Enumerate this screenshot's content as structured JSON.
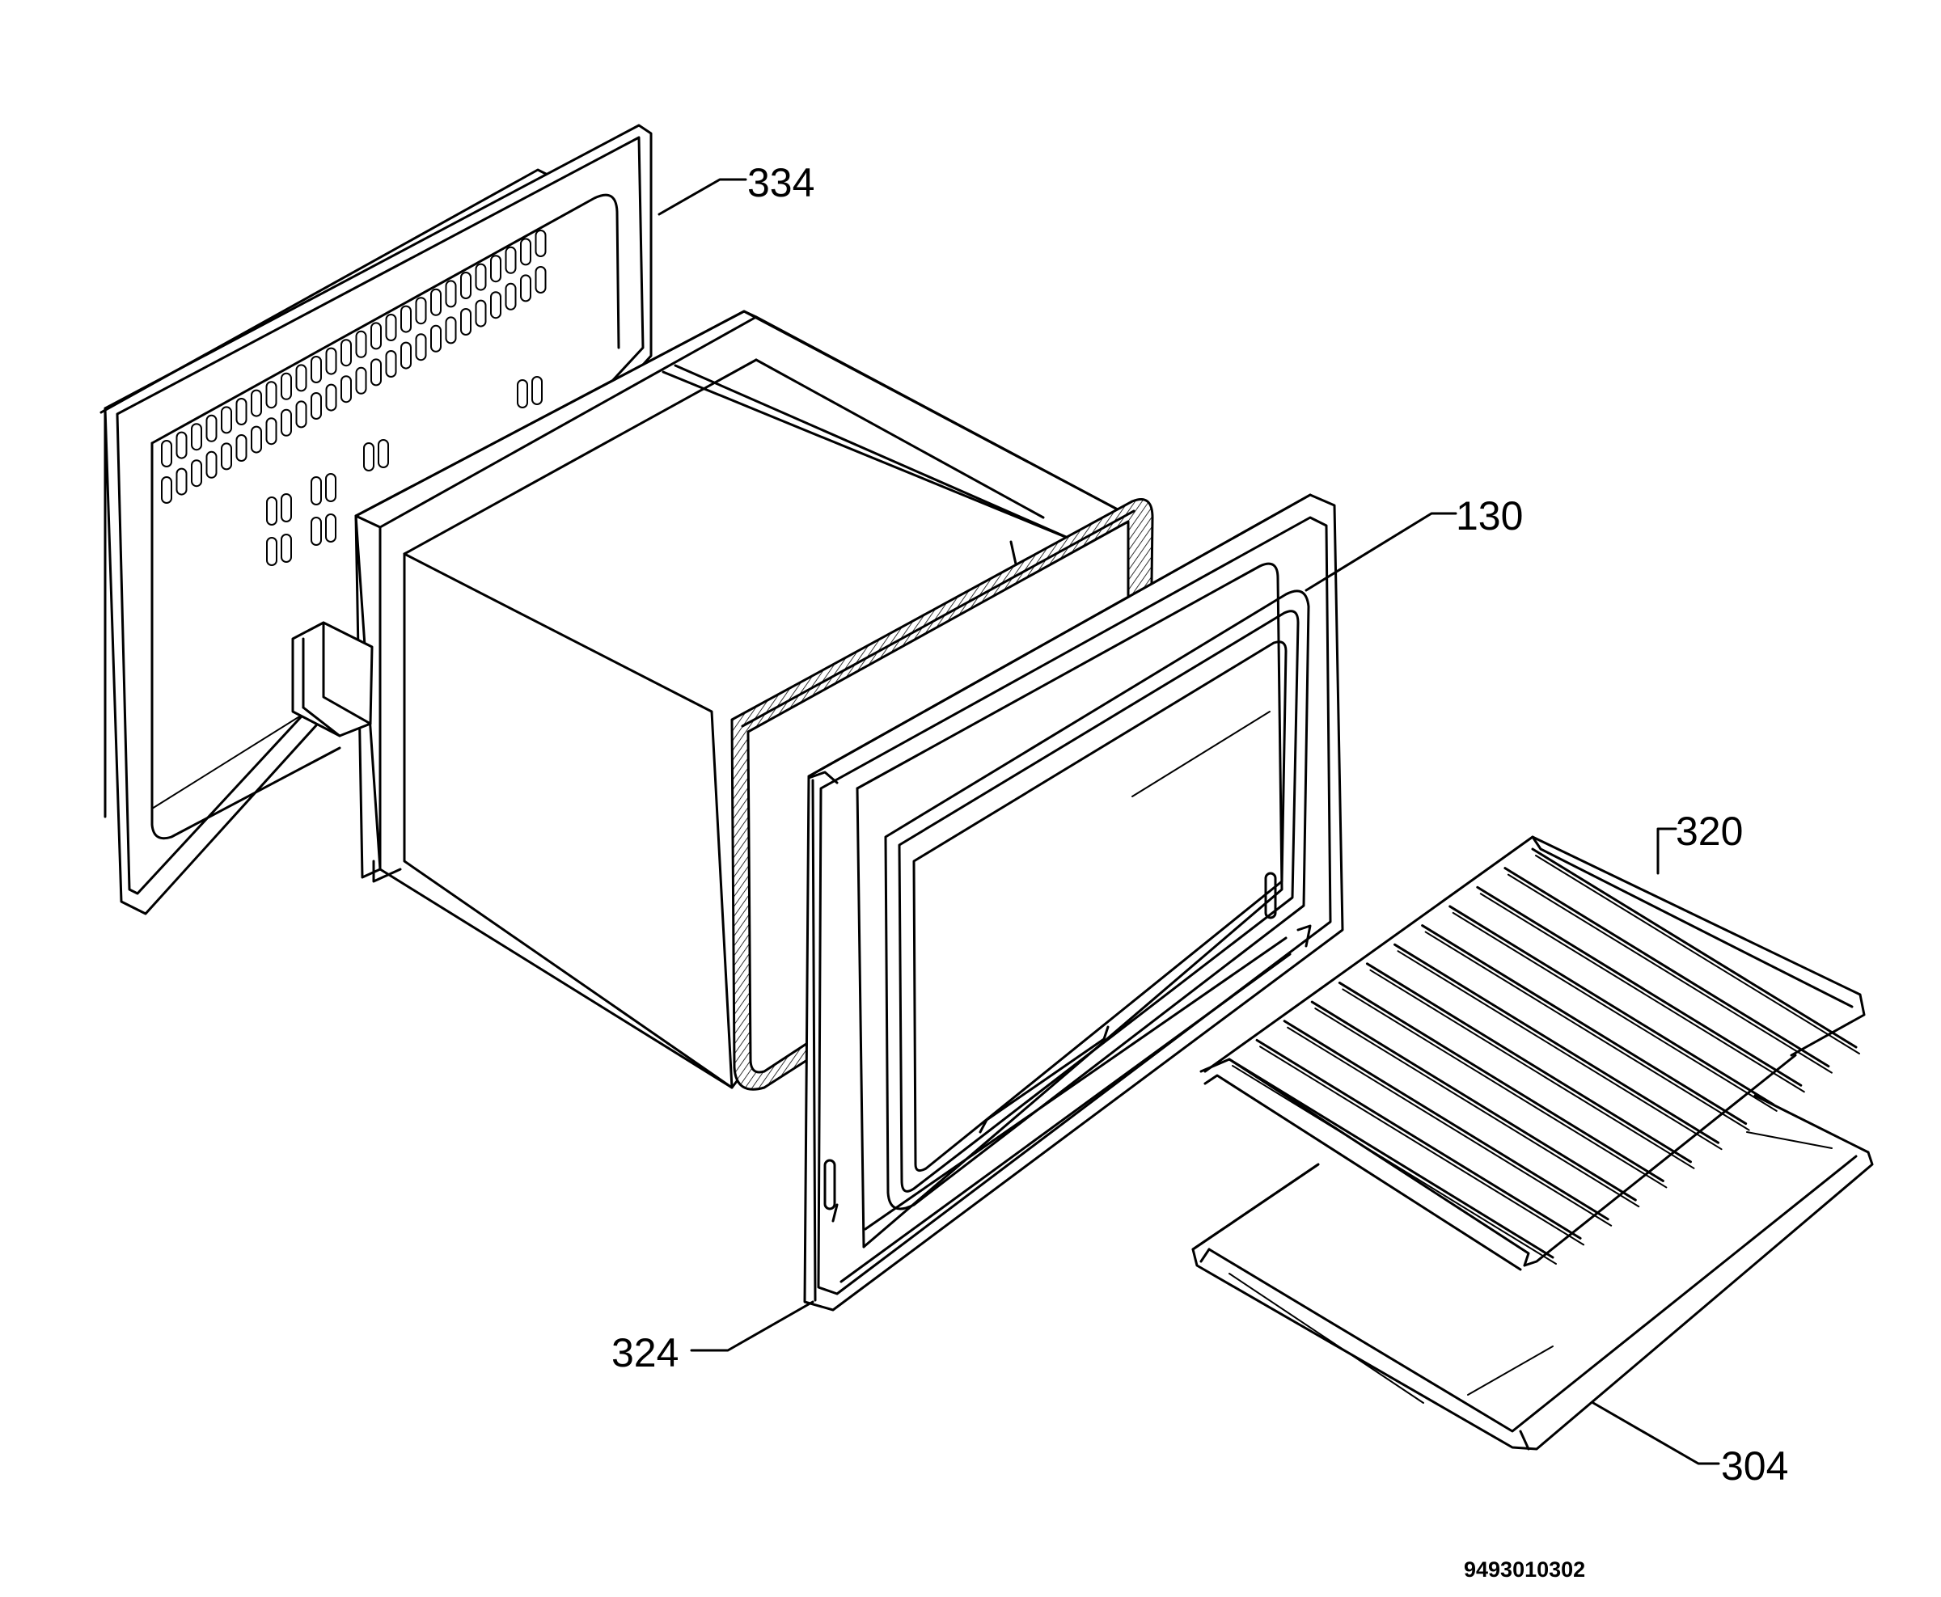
{
  "diagram": {
    "labels": [
      {
        "id": "334",
        "text": "334",
        "part": "rear-panel"
      },
      {
        "id": "130",
        "text": "130",
        "part": "door-gasket"
      },
      {
        "id": "320",
        "text": "320",
        "part": "wire-shelf"
      },
      {
        "id": "324",
        "text": "324",
        "part": "front-frame"
      },
      {
        "id": "304",
        "text": "304",
        "part": "baking-tray"
      }
    ],
    "document_number": "9493010302"
  }
}
